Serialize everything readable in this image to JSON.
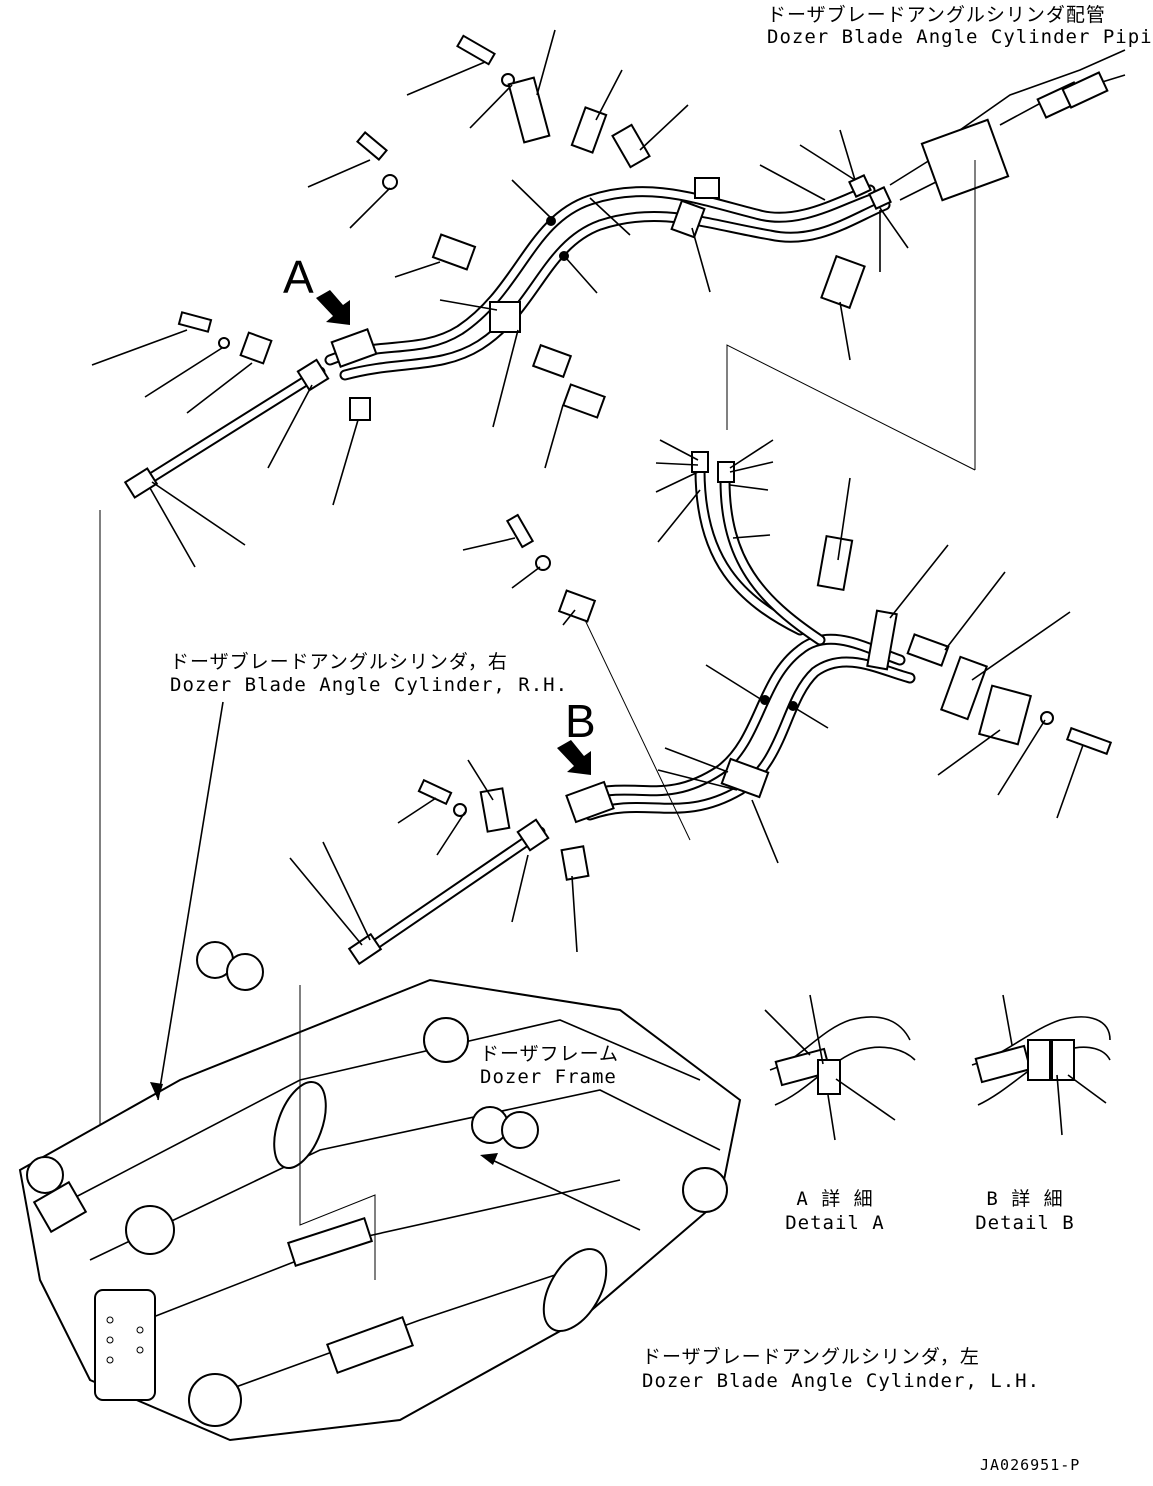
{
  "titles": {
    "piping_jp": "ドーザブレードアングルシリンダ配管",
    "piping_en": "Dozer Blade Angle Cylinder Piping",
    "cyl_rh_jp": "ドーザブレードアングルシリンダ，右",
    "cyl_rh_en": "Dozer Blade Angle Cylinder, R.H.",
    "frame_jp": "ドーザフレーム",
    "frame_en": "Dozer Frame",
    "cyl_lh_jp": "ドーザブレードアングルシリンダ，左",
    "cyl_lh_en": "Dozer Blade Angle Cylinder, L.H."
  },
  "markers": {
    "a": "A",
    "b": "B"
  },
  "details": {
    "a_jp": "A 詳 細",
    "a_en": "Detail A",
    "b_jp": "B 詳 細",
    "b_en": "Detail B"
  },
  "drawing_number": "JA026951-P"
}
